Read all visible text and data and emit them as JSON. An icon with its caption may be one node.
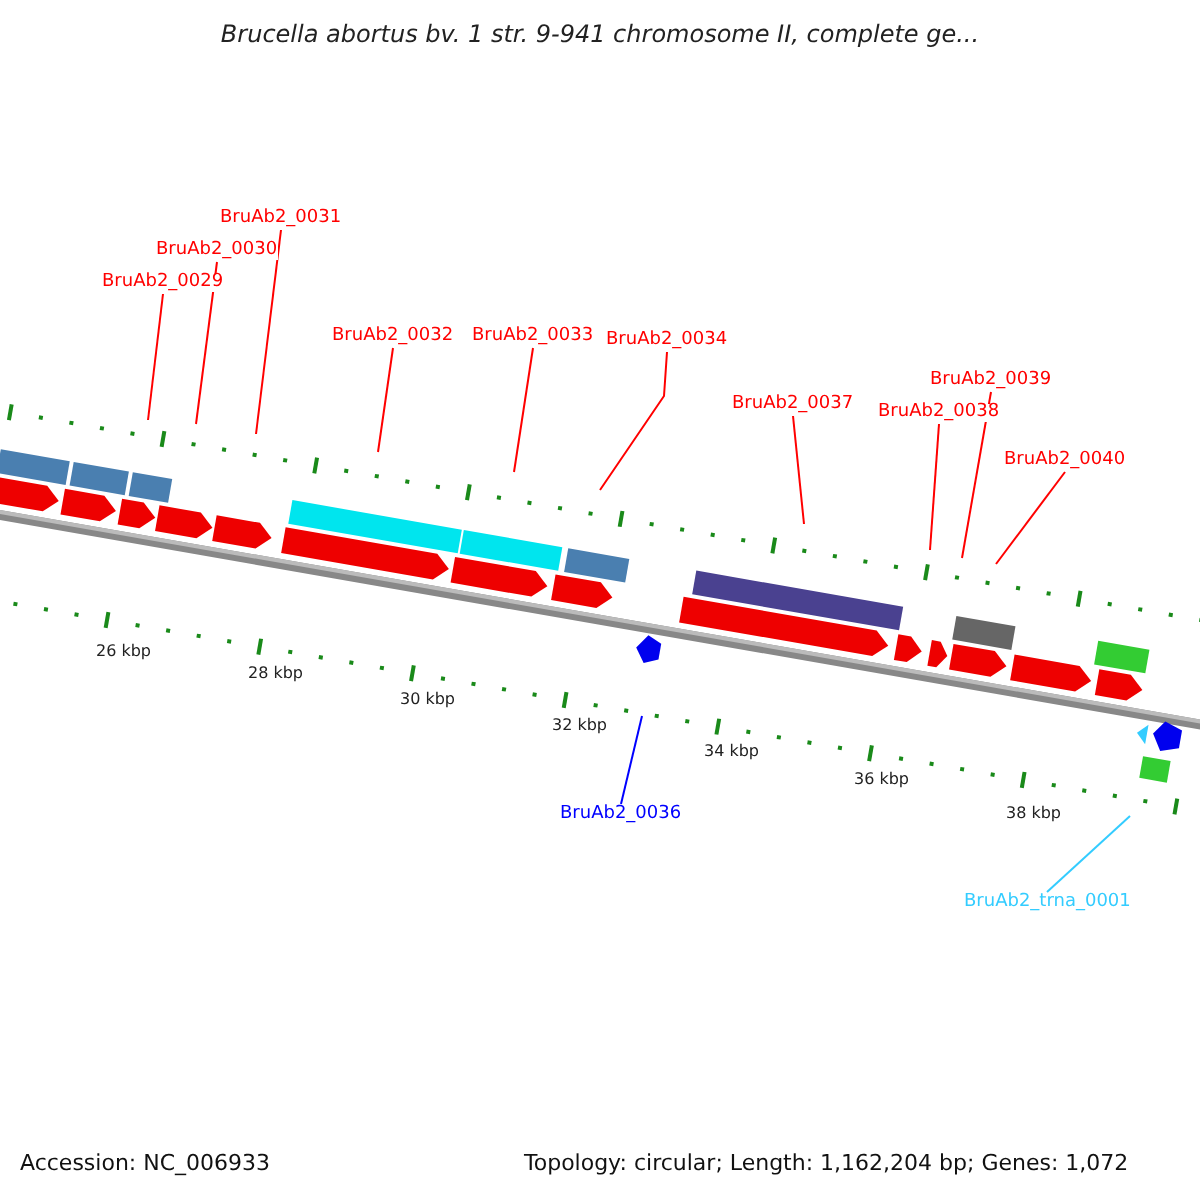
{
  "diagram": {
    "title": "Brucella abortus bv. 1 str. 9-941 chromosome II, complete ge...",
    "nodes": [
      {
        "text": [
          "BruAb2_0029"
        ]
      },
      {
        "text": [
          "BruAb2_0030"
        ]
      },
      {
        "text": [
          "BruAb2_0031"
        ]
      },
      {
        "text": [
          "BruAb2_0032"
        ]
      },
      {
        "text": [
          "BruAb2_0033"
        ]
      },
      {
        "text": [
          "BruAb2_0034"
        ]
      },
      {
        "text": [
          "BruAb2_0037"
        ]
      },
      {
        "text": [
          "BruAb2_0038"
        ]
      },
      {
        "text": [
          "BruAb2_0039"
        ]
      },
      {
        "text": [
          "BruAb2_0040"
        ]
      },
      {
        "text": [
          "BruAb2_0036"
        ]
      },
      {
        "text": [
          "BruAb2_trna_0001"
        ]
      }
    ],
    "edges": [
      {
        "from": 0,
        "to": null,
        "arrow": "none",
        "color": "#ff0000"
      },
      {
        "from": 1,
        "to": null,
        "arrow": "none",
        "color": "#ff0000"
      },
      {
        "from": 2,
        "to": null,
        "arrow": "none",
        "color": "#ff0000"
      },
      {
        "from": 3,
        "to": null,
        "arrow": "none",
        "color": "#ff0000"
      },
      {
        "from": 4,
        "to": null,
        "arrow": "none",
        "color": "#ff0000"
      },
      {
        "from": 5,
        "to": null,
        "arrow": "none",
        "color": "#ff0000"
      },
      {
        "from": 6,
        "to": null,
        "arrow": "none",
        "color": "#ff0000"
      },
      {
        "from": 7,
        "to": null,
        "arrow": "none",
        "color": "#ff0000"
      },
      {
        "from": 8,
        "to": null,
        "arrow": "none",
        "color": "#ff0000"
      },
      {
        "from": 9,
        "to": null,
        "arrow": "none",
        "color": "#ff0000"
      },
      {
        "from": 10,
        "to": null,
        "arrow": "none",
        "color": "#0000ff"
      },
      {
        "from": 11,
        "to": null,
        "arrow": "none",
        "color": "#33ccff"
      }
    ],
    "labels": [
      "26 kbp",
      "28 kbp",
      "30 kbp",
      "32 kbp",
      "34 kbp",
      "36 kbp",
      "38 kbp",
      "Accession: NC_006933",
      "Topology: circular; Length: 1,162,204 bp; Genes: 1,072"
    ]
  }
}
